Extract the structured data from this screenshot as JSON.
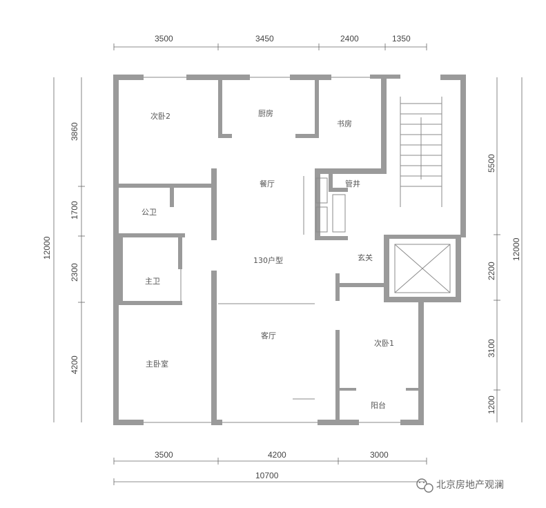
{
  "dimensions": {
    "top": [
      "3500",
      "3450",
      "2400",
      "1350"
    ],
    "bottom": [
      "3500",
      "4200",
      "3000"
    ],
    "total_width": "10700",
    "left": [
      "3860",
      "1700",
      "2300",
      "4200"
    ],
    "left_total": "12000",
    "right": [
      "5500",
      "2200",
      "3100",
      "1200"
    ],
    "right_total": "12000"
  },
  "rooms": {
    "bedroom2": "次卧2",
    "kitchen": "厨房",
    "study": "书房",
    "dining": "餐厅",
    "shaft": "管井",
    "public_bath": "公卫",
    "plan_type": "130户型",
    "master_bath": "主卫",
    "foyer": "玄关",
    "living": "客厅",
    "bedroom1": "次卧1",
    "master_bedroom": "主卧室",
    "balcony": "阳台"
  },
  "watermark": {
    "text": "北京房地产观澜",
    "icon": "wechat-icon"
  }
}
